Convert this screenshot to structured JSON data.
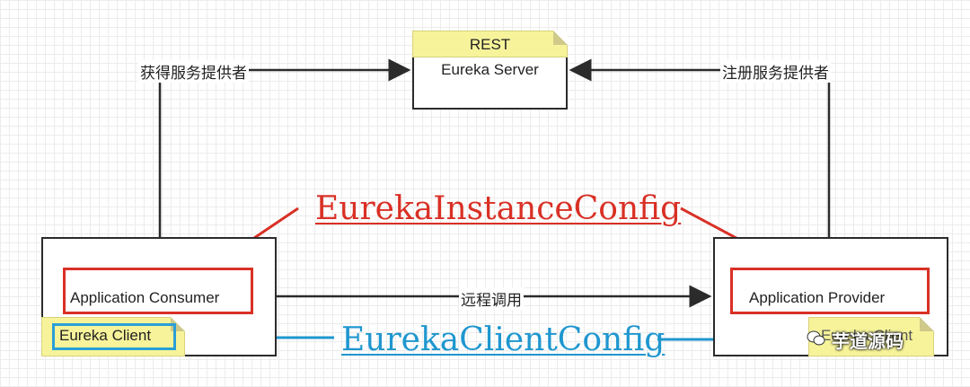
{
  "server": {
    "note": "REST",
    "label": "Eureka Server"
  },
  "consumer": {
    "app_label": "Application Consumer",
    "client_label": "Eureka Client"
  },
  "provider": {
    "app_label": "Application Provider",
    "client_label": "Eureka Client"
  },
  "edges": {
    "get_providers": "获得服务提供者",
    "register_provider": "注册服务提供者",
    "remote_call": "远程调用"
  },
  "titles": {
    "instance_config": "EurekaInstanceConfig",
    "client_config": "EurekaClientConfig"
  },
  "watermark": {
    "text": "芋道源码",
    "icon": "wechat-icon"
  },
  "colors": {
    "red": "#d93025",
    "blue": "#1f97cf",
    "note": "#f6f39a"
  }
}
